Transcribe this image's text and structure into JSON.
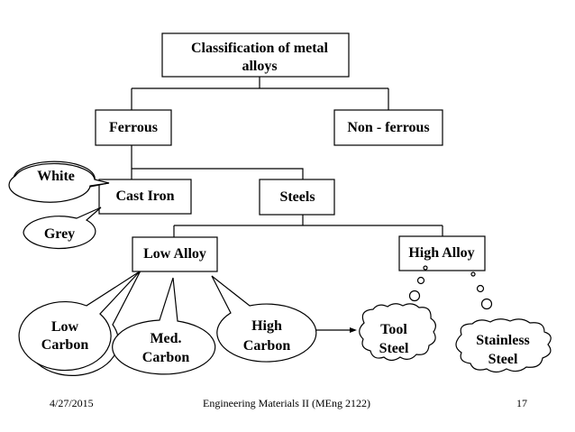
{
  "slide": {
    "root": {
      "lines": [
        "Classification of metal",
        "alloys"
      ]
    },
    "level1": {
      "ferrous": "Ferrous",
      "non_ferrous": "Non - ferrous"
    },
    "level2": {
      "cast_iron": "Cast Iron",
      "steels": "Steels"
    },
    "cast_iron_types": {
      "white": "White",
      "grey": "Grey"
    },
    "level3": {
      "low_alloy": "Low Alloy",
      "high_alloy": "High Alloy"
    },
    "low_alloy_types": {
      "low_carbon": [
        "Low",
        "Carbon"
      ],
      "med_carbon": [
        "Med.",
        "Carbon"
      ],
      "high_carbon": [
        "High",
        "Carbon"
      ]
    },
    "high_alloy_types": {
      "tool_steel": [
        "Tool",
        "Steel"
      ],
      "stainless_steel": [
        "Stainless",
        "Steel"
      ]
    }
  },
  "footer": {
    "date": "4/27/2015",
    "course": "Engineering Materials II (MEng 2122)",
    "page_number": "17"
  }
}
